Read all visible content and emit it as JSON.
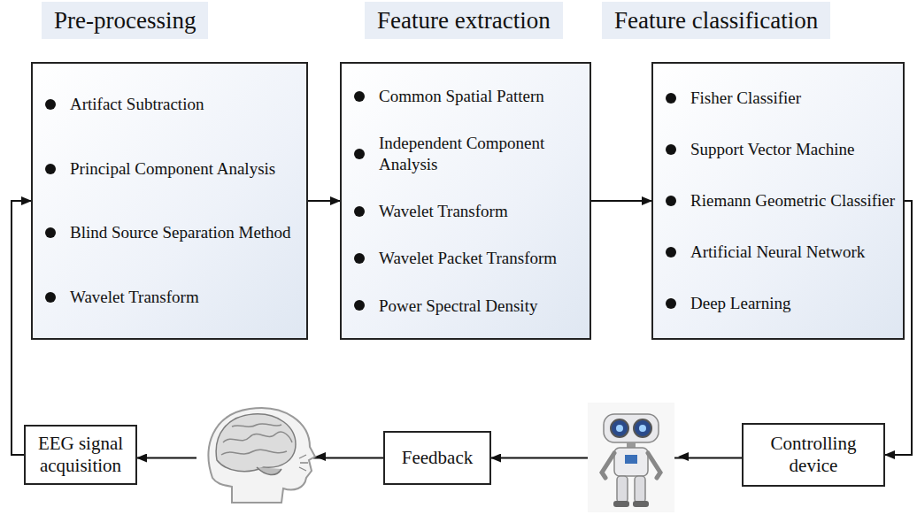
{
  "diagram": {
    "nodes": [
      {
        "text": [
          "Pre-processing",
          "Artifact Subtraction",
          "Principal Component Analysis",
          "Blind Source Separation Method",
          "Wavelet Transform"
        ]
      },
      {
        "text": [
          "Feature extraction",
          "Common Spatial Pattern",
          "Independent Component Analysis",
          "Wavelet Transform",
          "Wavelet Packet Transform",
          "Power Spectral Density"
        ]
      },
      {
        "text": [
          "Feature classification",
          "Fisher Classifier",
          "Support Vector Machine",
          "Riemann Geometric Classifier",
          "Artificial Neural Network",
          "Deep Learning"
        ]
      },
      {
        "text": [
          "EEG signal acquisition"
        ]
      },
      {
        "text": [
          "Feedback"
        ]
      },
      {
        "text": [
          "Controlling device"
        ]
      }
    ],
    "edges": [
      {
        "from": 0,
        "to": 1,
        "arrow": "to"
      },
      {
        "from": 1,
        "to": 2,
        "arrow": "to"
      },
      {
        "from": 2,
        "to": 5,
        "arrow": "to"
      },
      {
        "from": 5,
        "to": 4,
        "arrow": "to"
      },
      {
        "from": 4,
        "to": 3,
        "arrow": "to"
      },
      {
        "from": 3,
        "to": 0,
        "arrow": "to"
      }
    ]
  }
}
